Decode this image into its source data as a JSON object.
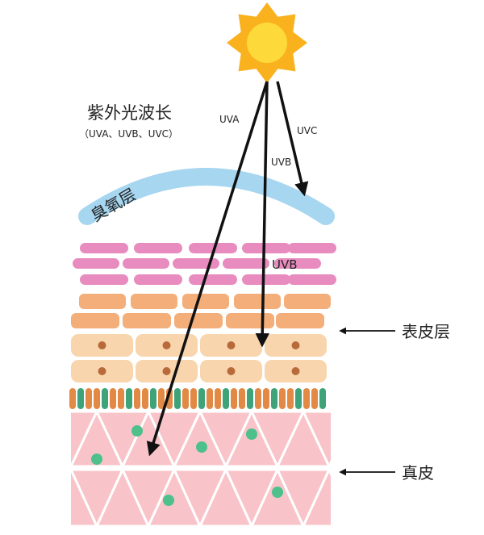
{
  "title": "紫外光波长",
  "subtitle": "（UVA、UVB、UVC）",
  "ozone_label": "臭氧层",
  "rays": {
    "uva": "UVA",
    "uvb": "UVB",
    "uvc": "UVC",
    "uvb_in_skin": "UVB"
  },
  "layers": {
    "epidermis": "表皮层",
    "dermis": "真皮"
  },
  "colors": {
    "sun_outer": "#F9B21D",
    "sun_inner": "#FDD93A",
    "ozone": "#A6D6F0",
    "pink_cell": "#E88BBE",
    "orange_cell": "#F3AE7A",
    "peach_cell": "#F8D5AD",
    "nucleus": "#B86A3A",
    "basal_orange": "#E28A45",
    "basal_green": "#3FA37A",
    "dermis_fill": "#F8C4C9",
    "dot_green": "#4DC08C",
    "arrow": "#111111"
  },
  "icons": [
    "sun-icon",
    "arrow-left-icon"
  ]
}
